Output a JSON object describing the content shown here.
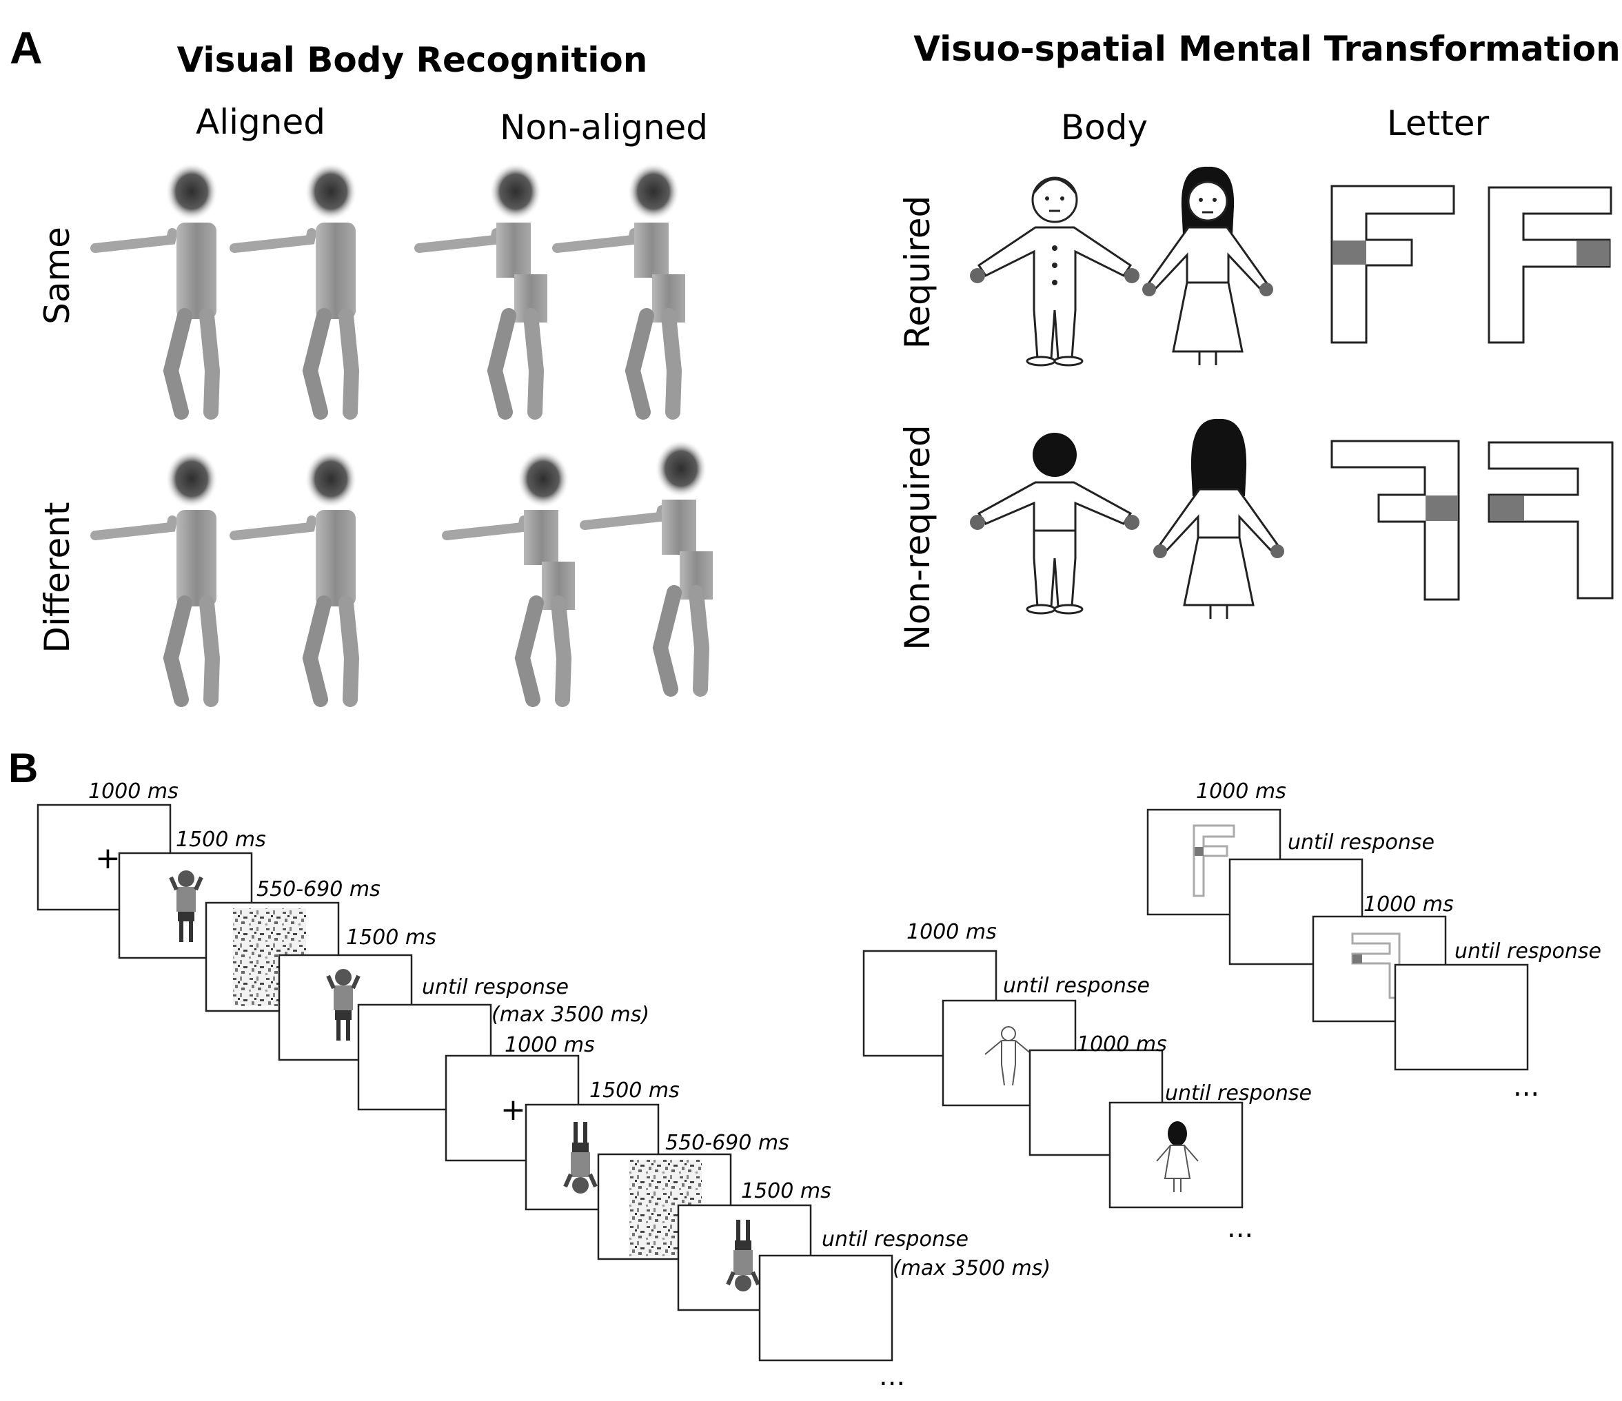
{
  "panel_a": {
    "letter": "A",
    "vbr": {
      "title": "Visual Body Recognition",
      "columns": [
        "Aligned",
        "Non-aligned"
      ],
      "rows": [
        "Same",
        "Different"
      ]
    },
    "vmt": {
      "title": "Visuo-spatial Mental Transformation",
      "columns": [
        "Body",
        "Letter"
      ],
      "rows": [
        "Required",
        "Non-required"
      ]
    }
  },
  "panel_b": {
    "letter": "B",
    "fixation_symbol": "+",
    "ellipsis": "...",
    "vbr_sequence_timings": [
      "1000 ms",
      "1500 ms",
      "550-690 ms",
      "1500 ms",
      "until response",
      "(max 3500 ms)",
      "1000 ms",
      "1500 ms",
      "550-690 ms",
      "1500 ms",
      "until response",
      "(max 3500 ms)"
    ],
    "body_sequence_timings": [
      "1000 ms",
      "until response",
      "1000 ms",
      "until response"
    ],
    "letter_sequence_timings": [
      "1000 ms",
      "until response",
      "1000 ms",
      "until response"
    ]
  },
  "colors": {
    "line": "#222222",
    "fill_gray": "#777777",
    "silhouette": "#9a9a9a",
    "blur_head": "#3a3a3a"
  }
}
